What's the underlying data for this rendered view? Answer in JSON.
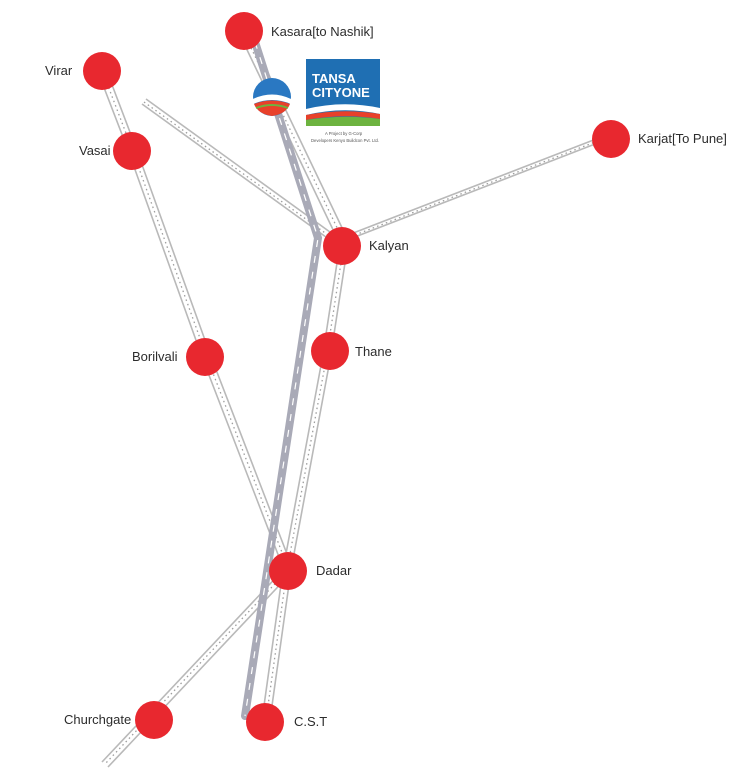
{
  "stations": {
    "kasara": "Kasara[to Nashik]",
    "virar": "Virar",
    "vasai": "Vasai",
    "karjat": "Karjat[To Pune]",
    "kalyan": "Kalyan",
    "thane": "Thane",
    "borivali": "Borilvali",
    "dadar": "Dadar",
    "churchgate": "Churchgate",
    "cst": "C.S.T"
  },
  "logo": {
    "line1": "TANSA",
    "line2": "CITYONE",
    "tagline1": "A Project by G-Corp",
    "tagline2": "Developers Kenyo Buildcon Pvt. Ltd."
  },
  "colors": {
    "station": "#e8282f",
    "road": "#a9aab7",
    "logo_background": "#1f6fb3"
  }
}
